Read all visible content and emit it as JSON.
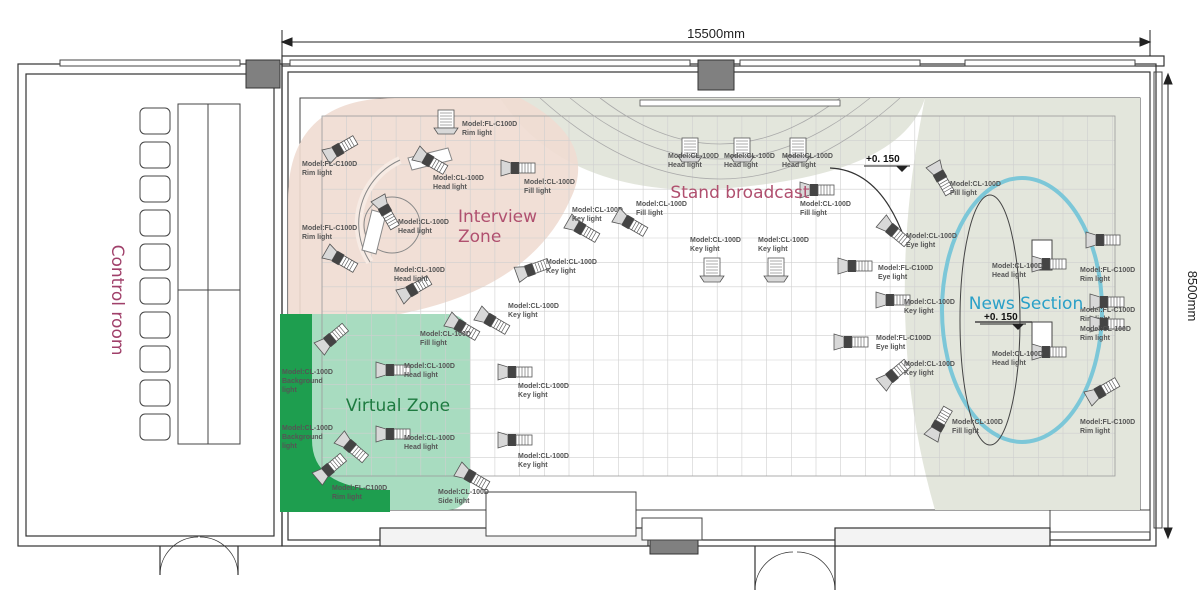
{
  "dimensions": {
    "width": "15500mm",
    "height": "8500mm"
  },
  "rooms": {
    "control_room": "Control room"
  },
  "zones": {
    "interview_line1": "Interview",
    "interview_line2": "Zone",
    "stand_broadcast": "Stand broadcast",
    "virtual_zone": "Virtual Zone",
    "news_section": "News Section"
  },
  "colors": {
    "interview": "#f0dcd2",
    "stand": "#e3e6dc",
    "virtual": "#a8dcc0",
    "virtual_dark": "#1e9e4f",
    "news_ring": "#7cc7d8",
    "news_text": "#2aa0c8",
    "zone_text": "#b0506f"
  },
  "elevations": [
    "+0. 150",
    "+0. 150"
  ],
  "fixtures": [
    {
      "m": "Model:FL-C100D",
      "r": "Rim light"
    },
    {
      "m": "Model:FL-C100D",
      "r": "Rim light"
    },
    {
      "m": "Model:CL-100D",
      "r": "Head light"
    },
    {
      "m": "Model:CL-100D",
      "r": "Fill light"
    },
    {
      "m": "Model:FL-C100D",
      "r": "Rim light"
    },
    {
      "m": "Model:CL-100D",
      "r": "Head light"
    },
    {
      "m": "Model:CL-100D",
      "r": "Head light"
    },
    {
      "m": "Model:CL-100D",
      "r": "Head light"
    },
    {
      "m": "Model:CL-100D",
      "r": "Head light"
    },
    {
      "m": "Model:CL-100D",
      "r": "Key light"
    },
    {
      "m": "Model:CL-100D",
      "r": "Fill light"
    },
    {
      "m": "Model:CL-100D",
      "r": "Key light"
    },
    {
      "m": "Model:CL-100D",
      "r": "Head light"
    },
    {
      "m": "Model:CL-100D",
      "r": "Key light"
    },
    {
      "m": "Model:CL-100D",
      "r": "Key light"
    },
    {
      "m": "Model:CL-100D",
      "r": "Key light"
    },
    {
      "m": "Model:CL-100D",
      "r": "Fill light"
    },
    {
      "m": "Model:CL-100D",
      "r": "Fill light"
    },
    {
      "m": "Model:CL-100D",
      "r": "Eye light"
    },
    {
      "m": "Model:FL-C100D",
      "r": "Eye light"
    },
    {
      "m": "Model:CL-100D",
      "r": "Key light"
    },
    {
      "m": "Model:FL-C100D",
      "r": "Eye light"
    },
    {
      "m": "Model:CL-100D",
      "r": "Key light"
    },
    {
      "m": "Model:CL-100D",
      "r": "Fill light"
    },
    {
      "m": "Model:CL-100D",
      "r": "Head light"
    },
    {
      "m": "Model:CL-100D",
      "r": "Head light"
    },
    {
      "m": "Model:FL-C100D",
      "r": "Rim light"
    },
    {
      "m": "Model:FL-C100D",
      "r": "Rim light"
    },
    {
      "m": "Model:CL-100D",
      "r": "Rim light"
    },
    {
      "m": "Model:FL-C100D",
      "r": "Rim light"
    },
    {
      "m": "Model:CL-100D",
      "r": "Fill light"
    },
    {
      "m": "Model:CL-100D",
      "r": "Head light"
    },
    {
      "m": "Model:CL-100D",
      "r": "Head light"
    },
    {
      "m": "Model:CL-100D",
      "r": "Key light"
    },
    {
      "m": "Model:CL-100D",
      "r": "Key light"
    },
    {
      "m": "Model:CL-100D",
      "r": "Side light"
    },
    {
      "m": "Model:FL-C100D",
      "r": "Rim light"
    },
    {
      "m": "Model:CL-100D",
      "r": "Background light"
    },
    {
      "m": "Model:CL-100D",
      "r": "Background light"
    }
  ]
}
